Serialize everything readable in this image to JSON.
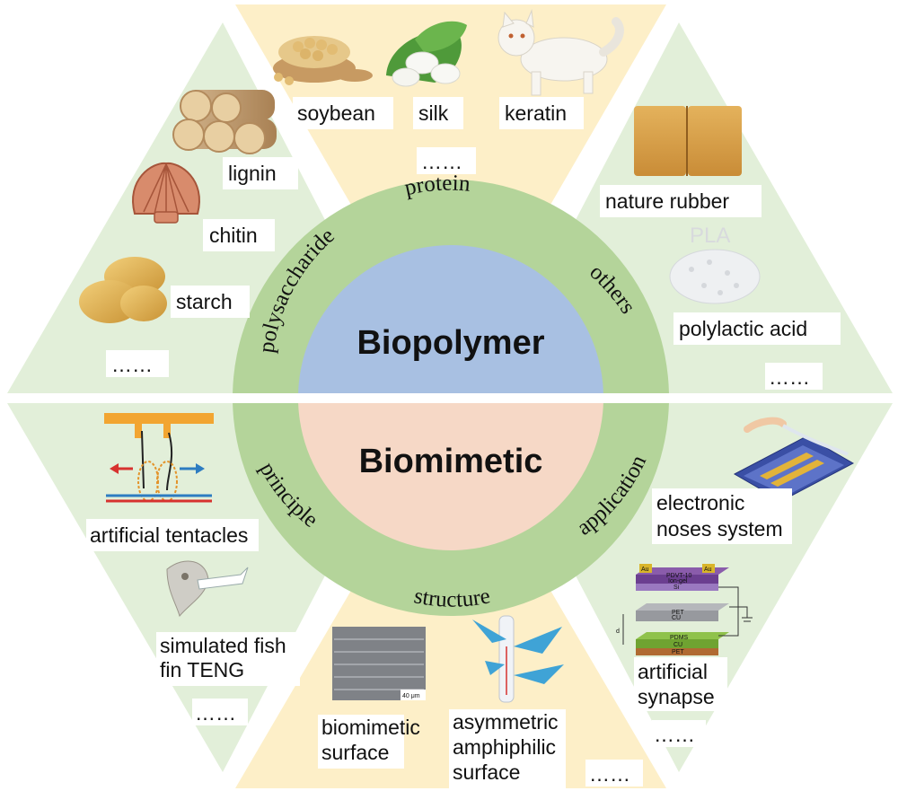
{
  "center": {
    "top_title": "Biopolymer",
    "bottom_title": "Biomimetic",
    "top_categories": [
      "polysaccharide",
      "protein",
      "others"
    ],
    "bottom_categories": [
      "principle",
      "structure",
      "application"
    ]
  },
  "segments": {
    "polysaccharide": {
      "items": [
        "lignin",
        "chitin",
        "starch"
      ],
      "more": "……"
    },
    "protein": {
      "items": [
        "soybean",
        "silk",
        "keratin"
      ],
      "more": "……"
    },
    "others": {
      "items": [
        "nature rubber",
        "polylactic acid"
      ],
      "more": "……",
      "pla_text": "PLA"
    },
    "principle": {
      "items": [
        "artificial tentacles"
      ],
      "item2_line1": "simulated fish",
      "item2_line2": "fin TENG",
      "more": "……"
    },
    "structure": {
      "item1_line1": "biomimetic",
      "item1_line2": "surface",
      "item2_line1": "asymmetric",
      "item2_line2": "amphiphilic",
      "item2_line3": "surface",
      "scale_bar": "40 μm",
      "more": "……"
    },
    "application": {
      "item1_line1": "electronic",
      "item1_line2": "noses system",
      "item2_line1": "artificial",
      "item2_line2": "synapse",
      "more": "……",
      "device_layers": [
        "Au",
        "PDVT-10",
        "Ion-gel",
        "Si",
        "Au",
        "PET",
        "CU",
        "d",
        "PDMS",
        "CU",
        "PET"
      ]
    }
  },
  "colors": {
    "green_segment": "#e2efd9",
    "yellow_segment": "#fdefc8",
    "ring": "#b4d49a",
    "biopolymer_core": "#a8c0e2",
    "biomimetic_core": "#f6d8c6"
  }
}
